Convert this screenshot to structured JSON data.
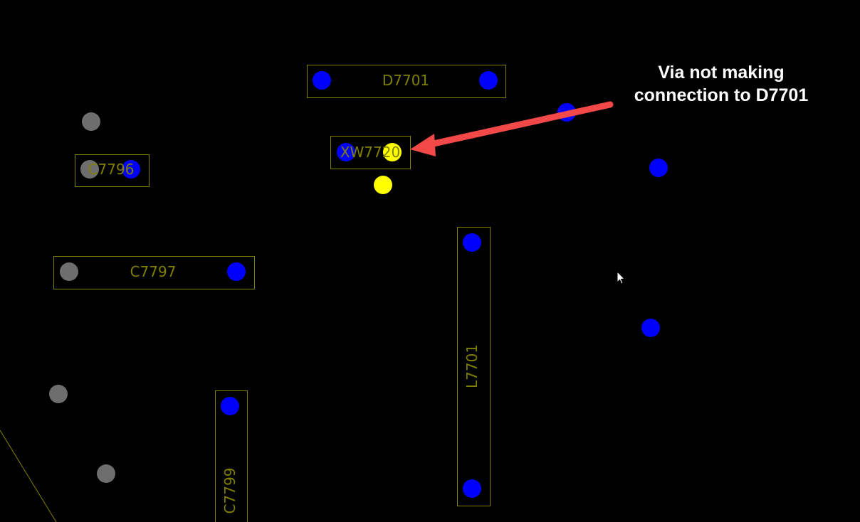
{
  "colors": {
    "background": "#000000",
    "silkscreen": "#808000",
    "pad_connected": "#0000ff",
    "pad_unconnected": "#6e6e6e",
    "highlighted_net": "#ffff00",
    "annotation_arrow": "#f24848",
    "annotation_text": "#ffffff"
  },
  "components": {
    "d7701": "D7701",
    "xw7720": "XW7720",
    "c7796": "C7796",
    "c7797": "C7797",
    "l7701": "L7701",
    "c7799": "C7799"
  },
  "annotation": {
    "line1": "Via not making",
    "line2": "connection to D7701"
  }
}
